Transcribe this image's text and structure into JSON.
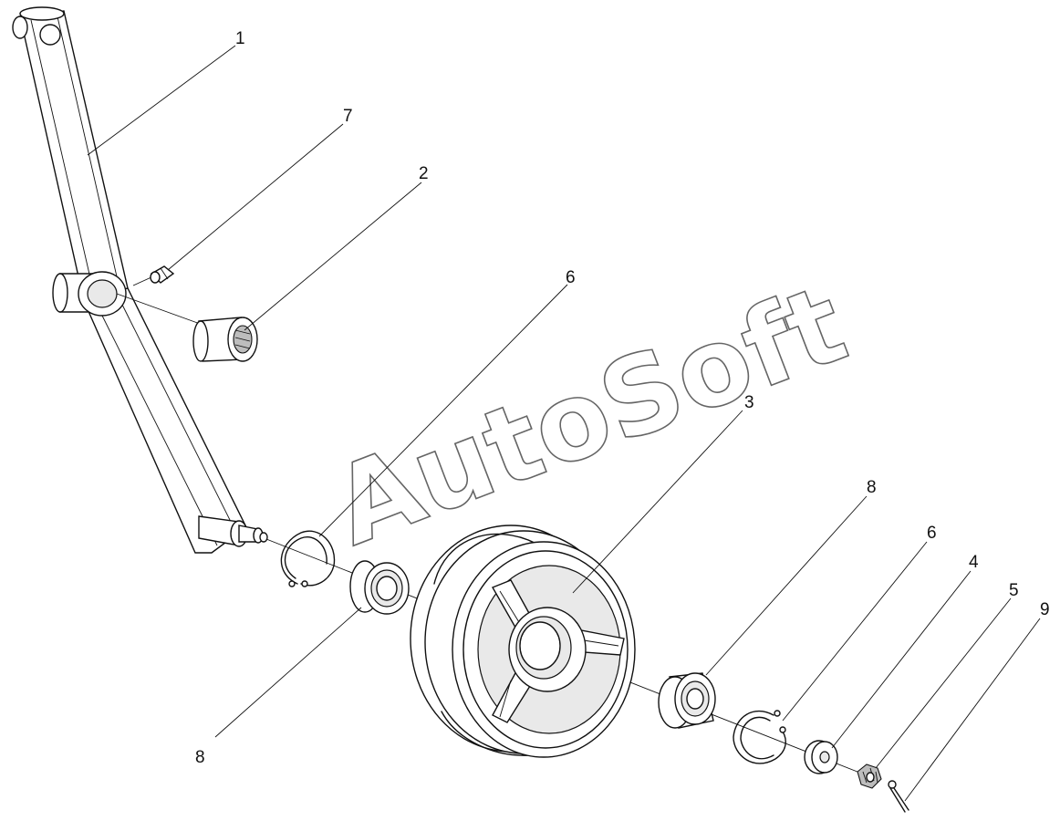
{
  "watermark": "AutoSoft",
  "callouts": [
    {
      "id": "c1",
      "label": "1"
    },
    {
      "id": "c7",
      "label": "7"
    },
    {
      "id": "c2",
      "label": "2"
    },
    {
      "id": "c6a",
      "label": "6"
    },
    {
      "id": "c3",
      "label": "3"
    },
    {
      "id": "c8a",
      "label": "8"
    },
    {
      "id": "c6b",
      "label": "6"
    },
    {
      "id": "c4",
      "label": "4"
    },
    {
      "id": "c5",
      "label": "5"
    },
    {
      "id": "c9",
      "label": "9"
    },
    {
      "id": "c8b",
      "label": "8"
    }
  ]
}
